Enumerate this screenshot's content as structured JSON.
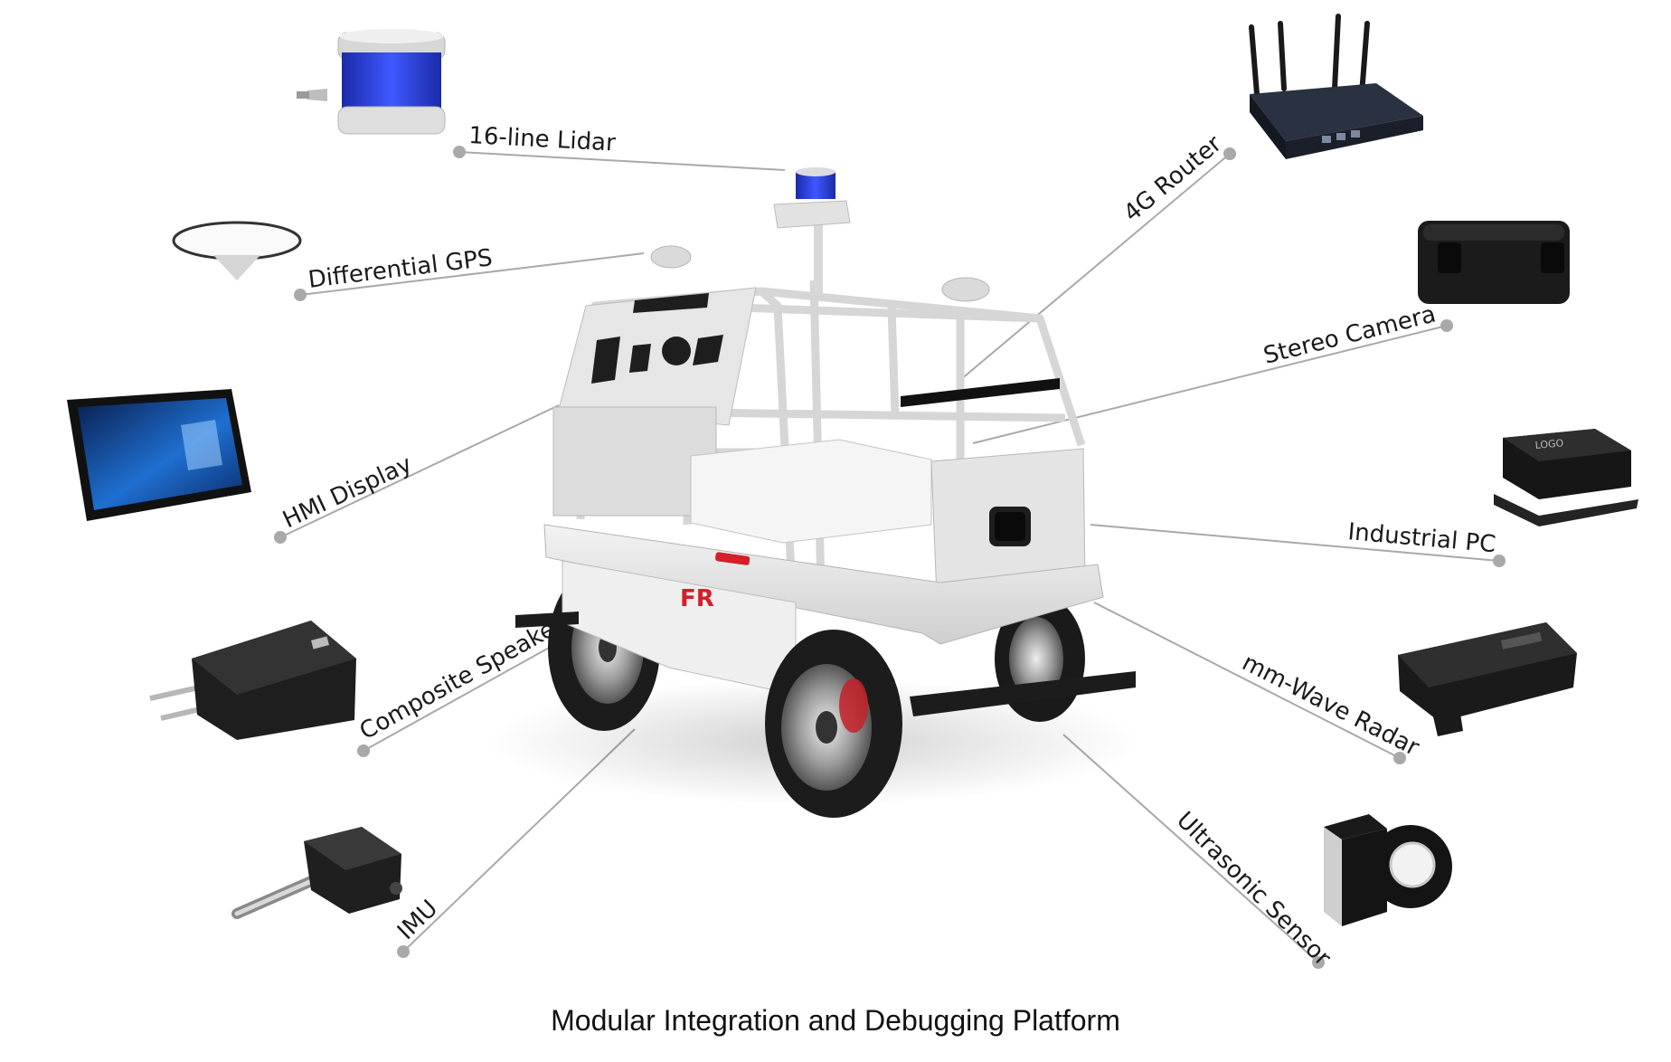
{
  "caption": "Modular Integration and Debugging Platform",
  "vehicle_badge": "FR",
  "colors": {
    "leader_line": "#a9a9a9",
    "lidar_blue": "#2a3fd6",
    "body": "#e9e9e9",
    "frame": "#d8d8d8",
    "tire": "#1c1c1c"
  },
  "components": [
    {
      "id": "lidar",
      "label": "16-line Lidar",
      "icon": "lidar-icon"
    },
    {
      "id": "gps",
      "label": "Differential GPS",
      "icon": "gps-antenna-icon"
    },
    {
      "id": "hmi",
      "label": "HMI Display",
      "icon": "tablet-display-icon"
    },
    {
      "id": "speakers",
      "label": "Composite Speakers",
      "icon": "speaker-module-icon"
    },
    {
      "id": "imu",
      "label": "IMU",
      "icon": "imu-sensor-icon"
    },
    {
      "id": "router",
      "label": "4G Router",
      "icon": "router-icon"
    },
    {
      "id": "stereo",
      "label": "Stereo Camera",
      "icon": "stereo-camera-icon"
    },
    {
      "id": "ipc",
      "label": "Industrial PC",
      "icon": "industrial-pc-icon"
    },
    {
      "id": "radar",
      "label": "mm-Wave Radar",
      "icon": "radar-module-icon"
    },
    {
      "id": "ultrasonic",
      "label": "Ultrasonic Sensor",
      "icon": "ultrasonic-sensor-icon"
    }
  ]
}
